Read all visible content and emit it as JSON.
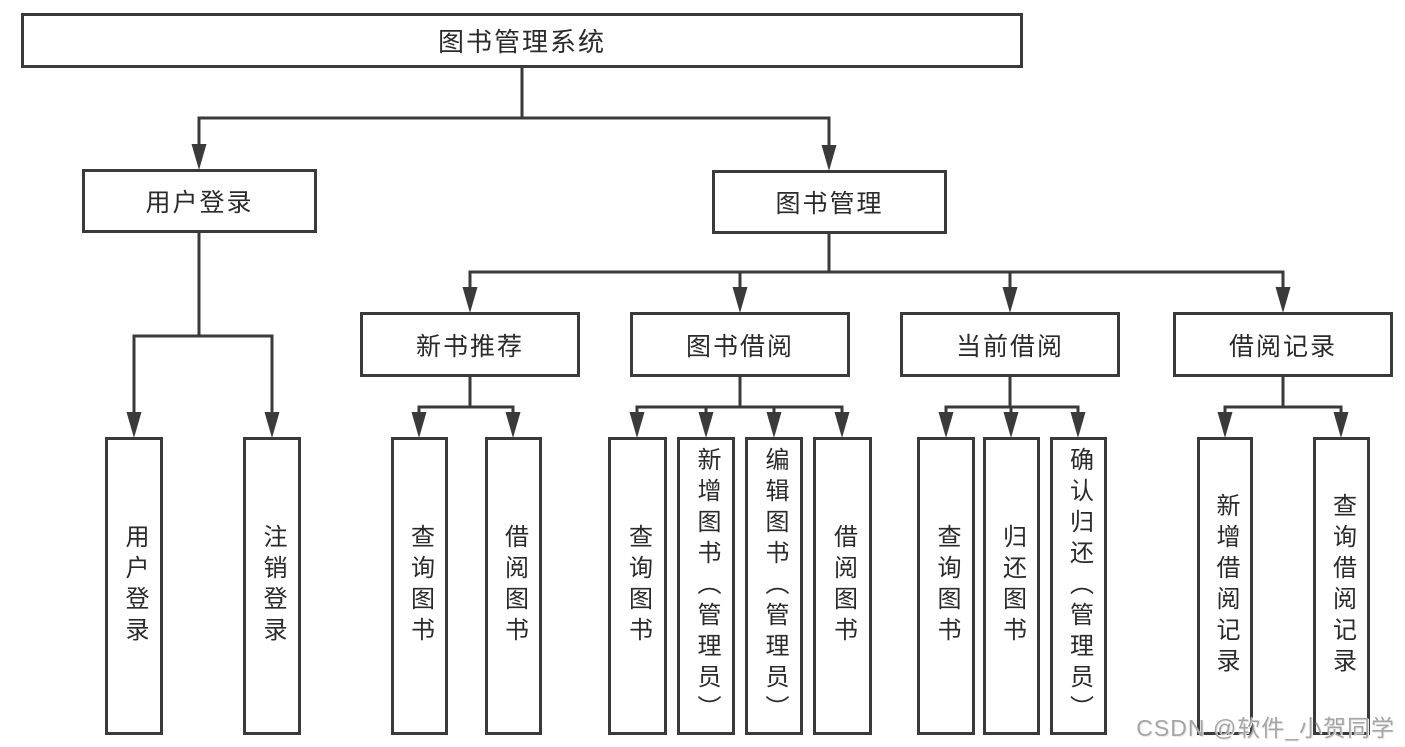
{
  "diagram": {
    "type": "hierarchy-tree",
    "root": {
      "label": "图书管理系统"
    },
    "level2": [
      {
        "label": "用户登录",
        "parent": "图书管理系统"
      },
      {
        "label": "图书管理",
        "parent": "图书管理系统"
      }
    ],
    "level3": [
      {
        "label": "新书推荐",
        "parent": "图书管理"
      },
      {
        "label": "图书借阅",
        "parent": "图书管理"
      },
      {
        "label": "当前借阅",
        "parent": "图书管理"
      },
      {
        "label": "借阅记录",
        "parent": "图书管理"
      }
    ],
    "leaves": [
      {
        "label": "用户登录",
        "parent": "用户登录"
      },
      {
        "label": "注销登录",
        "parent": "用户登录"
      },
      {
        "label": "查询图书",
        "parent": "新书推荐"
      },
      {
        "label": "借阅图书",
        "parent": "新书推荐"
      },
      {
        "label": "查询图书",
        "parent": "图书借阅"
      },
      {
        "label": "新增图书（管理员）",
        "parent": "图书借阅"
      },
      {
        "label": "编辑图书（管理员）",
        "parent": "图书借阅"
      },
      {
        "label": "借阅图书",
        "parent": "图书借阅"
      },
      {
        "label": "查询图书",
        "parent": "当前借阅"
      },
      {
        "label": "归还图书",
        "parent": "当前借阅"
      },
      {
        "label": "确认归还（管理员）",
        "parent": "当前借阅"
      },
      {
        "label": "新增借阅记录",
        "parent": "借阅记录"
      },
      {
        "label": "查询借阅记录",
        "parent": "借阅记录"
      }
    ]
  },
  "watermark": {
    "text": "CSDN @软件_小贺同学"
  },
  "colors": {
    "line": "#3a3a3a",
    "box_border": "#3a3a3a",
    "text": "#2a2a2a",
    "background": "#ffffff",
    "watermark": "#a5a5a5"
  }
}
